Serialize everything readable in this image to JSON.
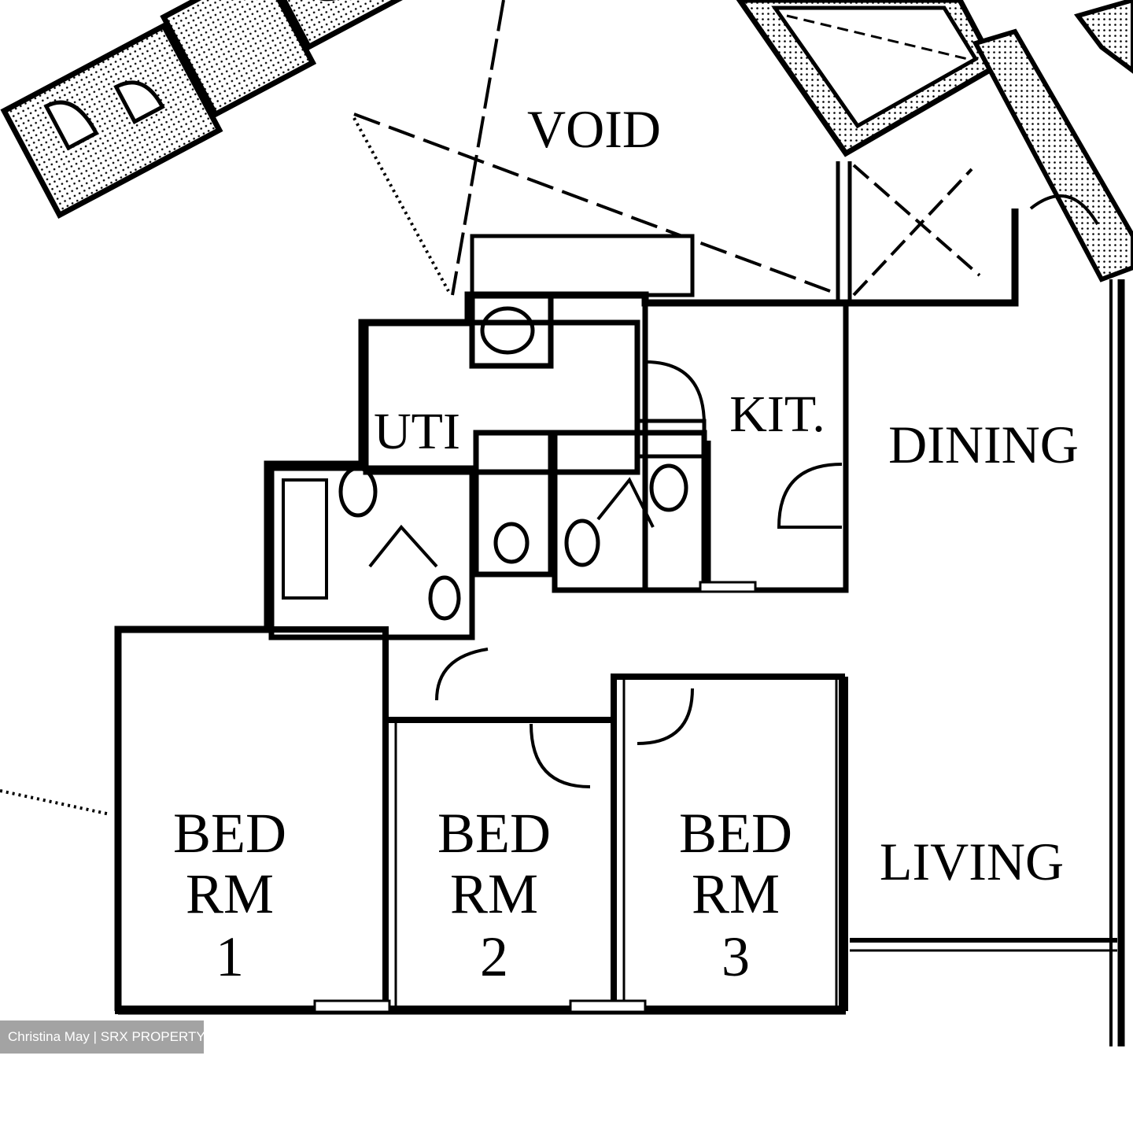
{
  "rooms": {
    "void": "VOID",
    "utility": "UTI",
    "kitchen": "KIT.",
    "dining": "DINING",
    "living": "LIVING",
    "bedroom1": {
      "line1": "BED",
      "line2": "RM",
      "line3": "1"
    },
    "bedroom2": {
      "line1": "BED",
      "line2": "RM",
      "line3": "2"
    },
    "bedroom3": {
      "line1": "BED",
      "line2": "RM",
      "line3": "3"
    }
  },
  "watermark": "Christina May | SRX PROPERTY"
}
